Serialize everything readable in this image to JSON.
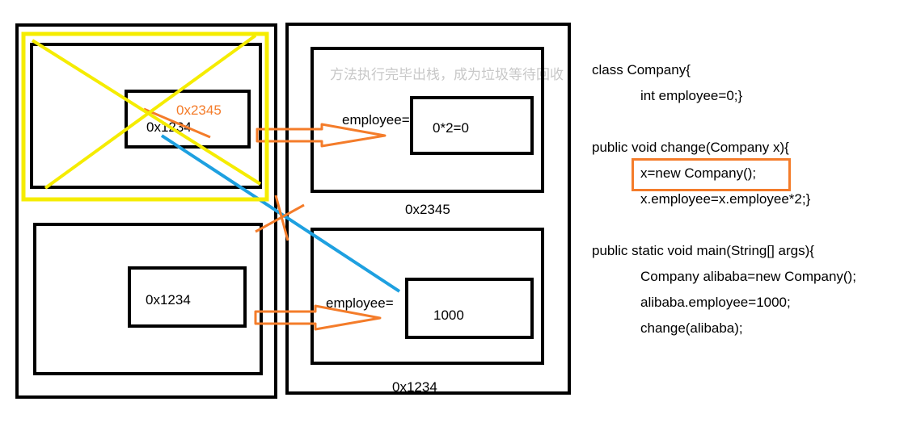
{
  "stack": {
    "frame_change": {
      "value": "0x1234",
      "reassigned_value": "0x2345"
    },
    "frame_main": {
      "value": "0x1234"
    }
  },
  "heap": {
    "note": "方法执行完毕出栈，成为垃圾等待回收",
    "obj_new": {
      "field_label": "employee=",
      "value": "0*2=0",
      "address": "0x2345"
    },
    "obj_orig": {
      "field_label": "employee=",
      "value": "1000",
      "address": "0x1234"
    }
  },
  "code": {
    "lines": [
      "class Company{",
      "int employee=0;}",
      "public void change(Company x){",
      "x=new Company();",
      "x.employee=x.employee*2;}",
      "public static void main(String[] args){",
      "Company alibaba=new Company();",
      "alibaba.employee=1000;",
      "change(alibaba);"
    ]
  },
  "colors": {
    "accent_orange": "#f47c2a",
    "yellow": "#f5ec00",
    "blue": "#1ea0e0"
  }
}
